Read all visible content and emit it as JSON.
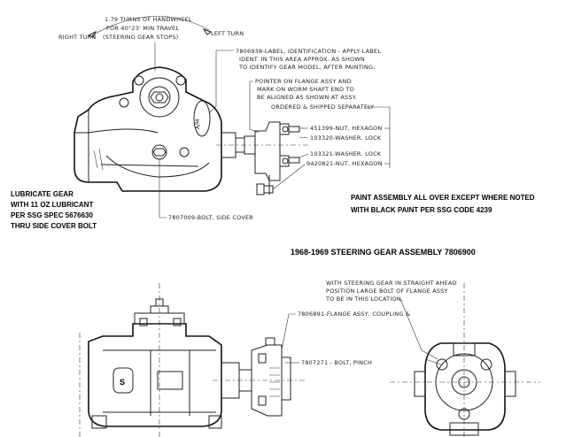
{
  "top_view": {
    "right_turn": "RIGHT TURN",
    "left_turn": "LEFT TURN",
    "turns_line1": "1.79 TURNS OF HANDWHEEL",
    "turns_line2": "FOR 40°23' MIN TRAVEL",
    "turns_line3": "(STEERING GEAR STOPS)",
    "label_note": [
      "7806938-LABEL, IDENTIFICATION - APPLY LABEL",
      "IDENT. IN THIS AREA APPROX. AS SHOWN",
      "TO IDENTIFY GEAR MODEL, AFTER PAINTING."
    ],
    "pointer_note": [
      "POINTER ON FLANGE ASSY AND",
      "MARK ON WORM SHAFT END TO",
      "BE ALIGNED AS SHOWN AT ASSY."
    ],
    "ordered_note": "ORDERED & SHIPPED SEPARATELY",
    "parts": [
      "451399-NUT, HEXAGON",
      "103320-WASHER, LOCK",
      "103321-WASHER, LOCK",
      "9420821-NUT, HEXAGON"
    ],
    "housing_label": "A/M",
    "bolt_note": "7807009-BOLT, SIDE COVER",
    "lubricate_note": [
      "LUBRICATE GEAR",
      "WITH 11 OZ LUBRICANT",
      "PER SSG SPEC 5676630",
      "THRU SIDE COVER BOLT"
    ],
    "paint_note": [
      "PAINT ASSEMBLY ALL OVER EXCEPT WHERE NOTED",
      "WITH BLACK PAINT PER SSG CODE 4239"
    ]
  },
  "title": "1968-1969 STEERING GEAR ASSEMBLY  7806900",
  "bottom_view": {
    "flange_note": "7806891-FLANGE ASSY, COUPLING &",
    "pinch_note": "7807271 - BOLT, PINCH",
    "straight_note": [
      "WITH STEERING GEAR IN STRAIGHT AHEAD",
      "POSITION LARGE BOLT OF FLANGE ASSY",
      "TO BE IN THIS LOCATION."
    ],
    "housing_label": "S"
  }
}
